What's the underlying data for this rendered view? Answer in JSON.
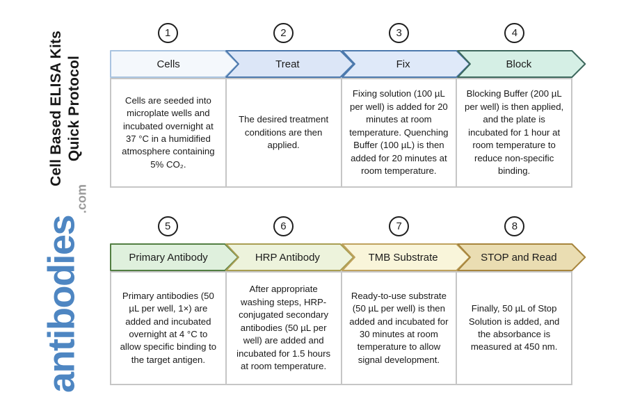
{
  "sidebar": {
    "title_line1": "Cell Based ELISA Kits",
    "title_line2": "Quick Protocol",
    "logo_text": "antibodies",
    "logo_suffix": ".com",
    "logo_color": "#4e86c2",
    "logo_suffix_color": "#9a9a9a",
    "title_color": "#181818"
  },
  "steps": [
    {
      "number": "1",
      "label": "Cells",
      "description": "Cells are seeded into microplate wells and incubated overnight at 37 °C in a humidified atmosphere containing 5% CO₂.",
      "fill": "#f4f8fc",
      "stroke": "#a9c4e0"
    },
    {
      "number": "2",
      "label": "Treat",
      "description": "The desired treatment conditions are then applied.",
      "fill": "#dce6f7",
      "stroke": "#4c79ad"
    },
    {
      "number": "3",
      "label": "Fix",
      "description": "Fixing solution (100 µL per well) is added for 20 minutes at room temperature. Quenching Buffer (100 µL) is then added for 20 minutes at room temperature.",
      "fill": "#dfe9f9",
      "stroke": "#4c79ad"
    },
    {
      "number": "4",
      "label": "Block",
      "description": "Blocking Buffer (200 µL per well) is then applied, and the plate is incubated for 1 hour at room temperature to reduce non-specific binding.",
      "fill": "#d5efe5",
      "stroke": "#3d685d"
    },
    {
      "number": "5",
      "label": "Primary Antibody",
      "description": "Primary antibodies (50 µL per well, 1×) are added and incubated overnight at 4 °C to allow specific binding to the target antigen.",
      "fill": "#dff0dd",
      "stroke": "#527e42"
    },
    {
      "number": "6",
      "label": "HRP Antibody",
      "description": "After appropriate washing steps, HRP-conjugated secondary antibodies (50 µL per well) are added and incubated for 1.5 hours at room temperature.",
      "fill": "#edf3dc",
      "stroke": "#a89e52"
    },
    {
      "number": "7",
      "label": "TMB Substrate",
      "description": "Ready-to-use substrate (50 µL per well) is then added and incubated for 30 minutes at room temperature to allow signal development.",
      "fill": "#f9f5da",
      "stroke": "#bfa25d"
    },
    {
      "number": "8",
      "label": "STOP and Read",
      "description": "Finally, 50 µL of Stop Solution is added, and the absorbance is measured at 450 nm.",
      "fill": "#eaddb2",
      "stroke": "#a7853d"
    }
  ]
}
